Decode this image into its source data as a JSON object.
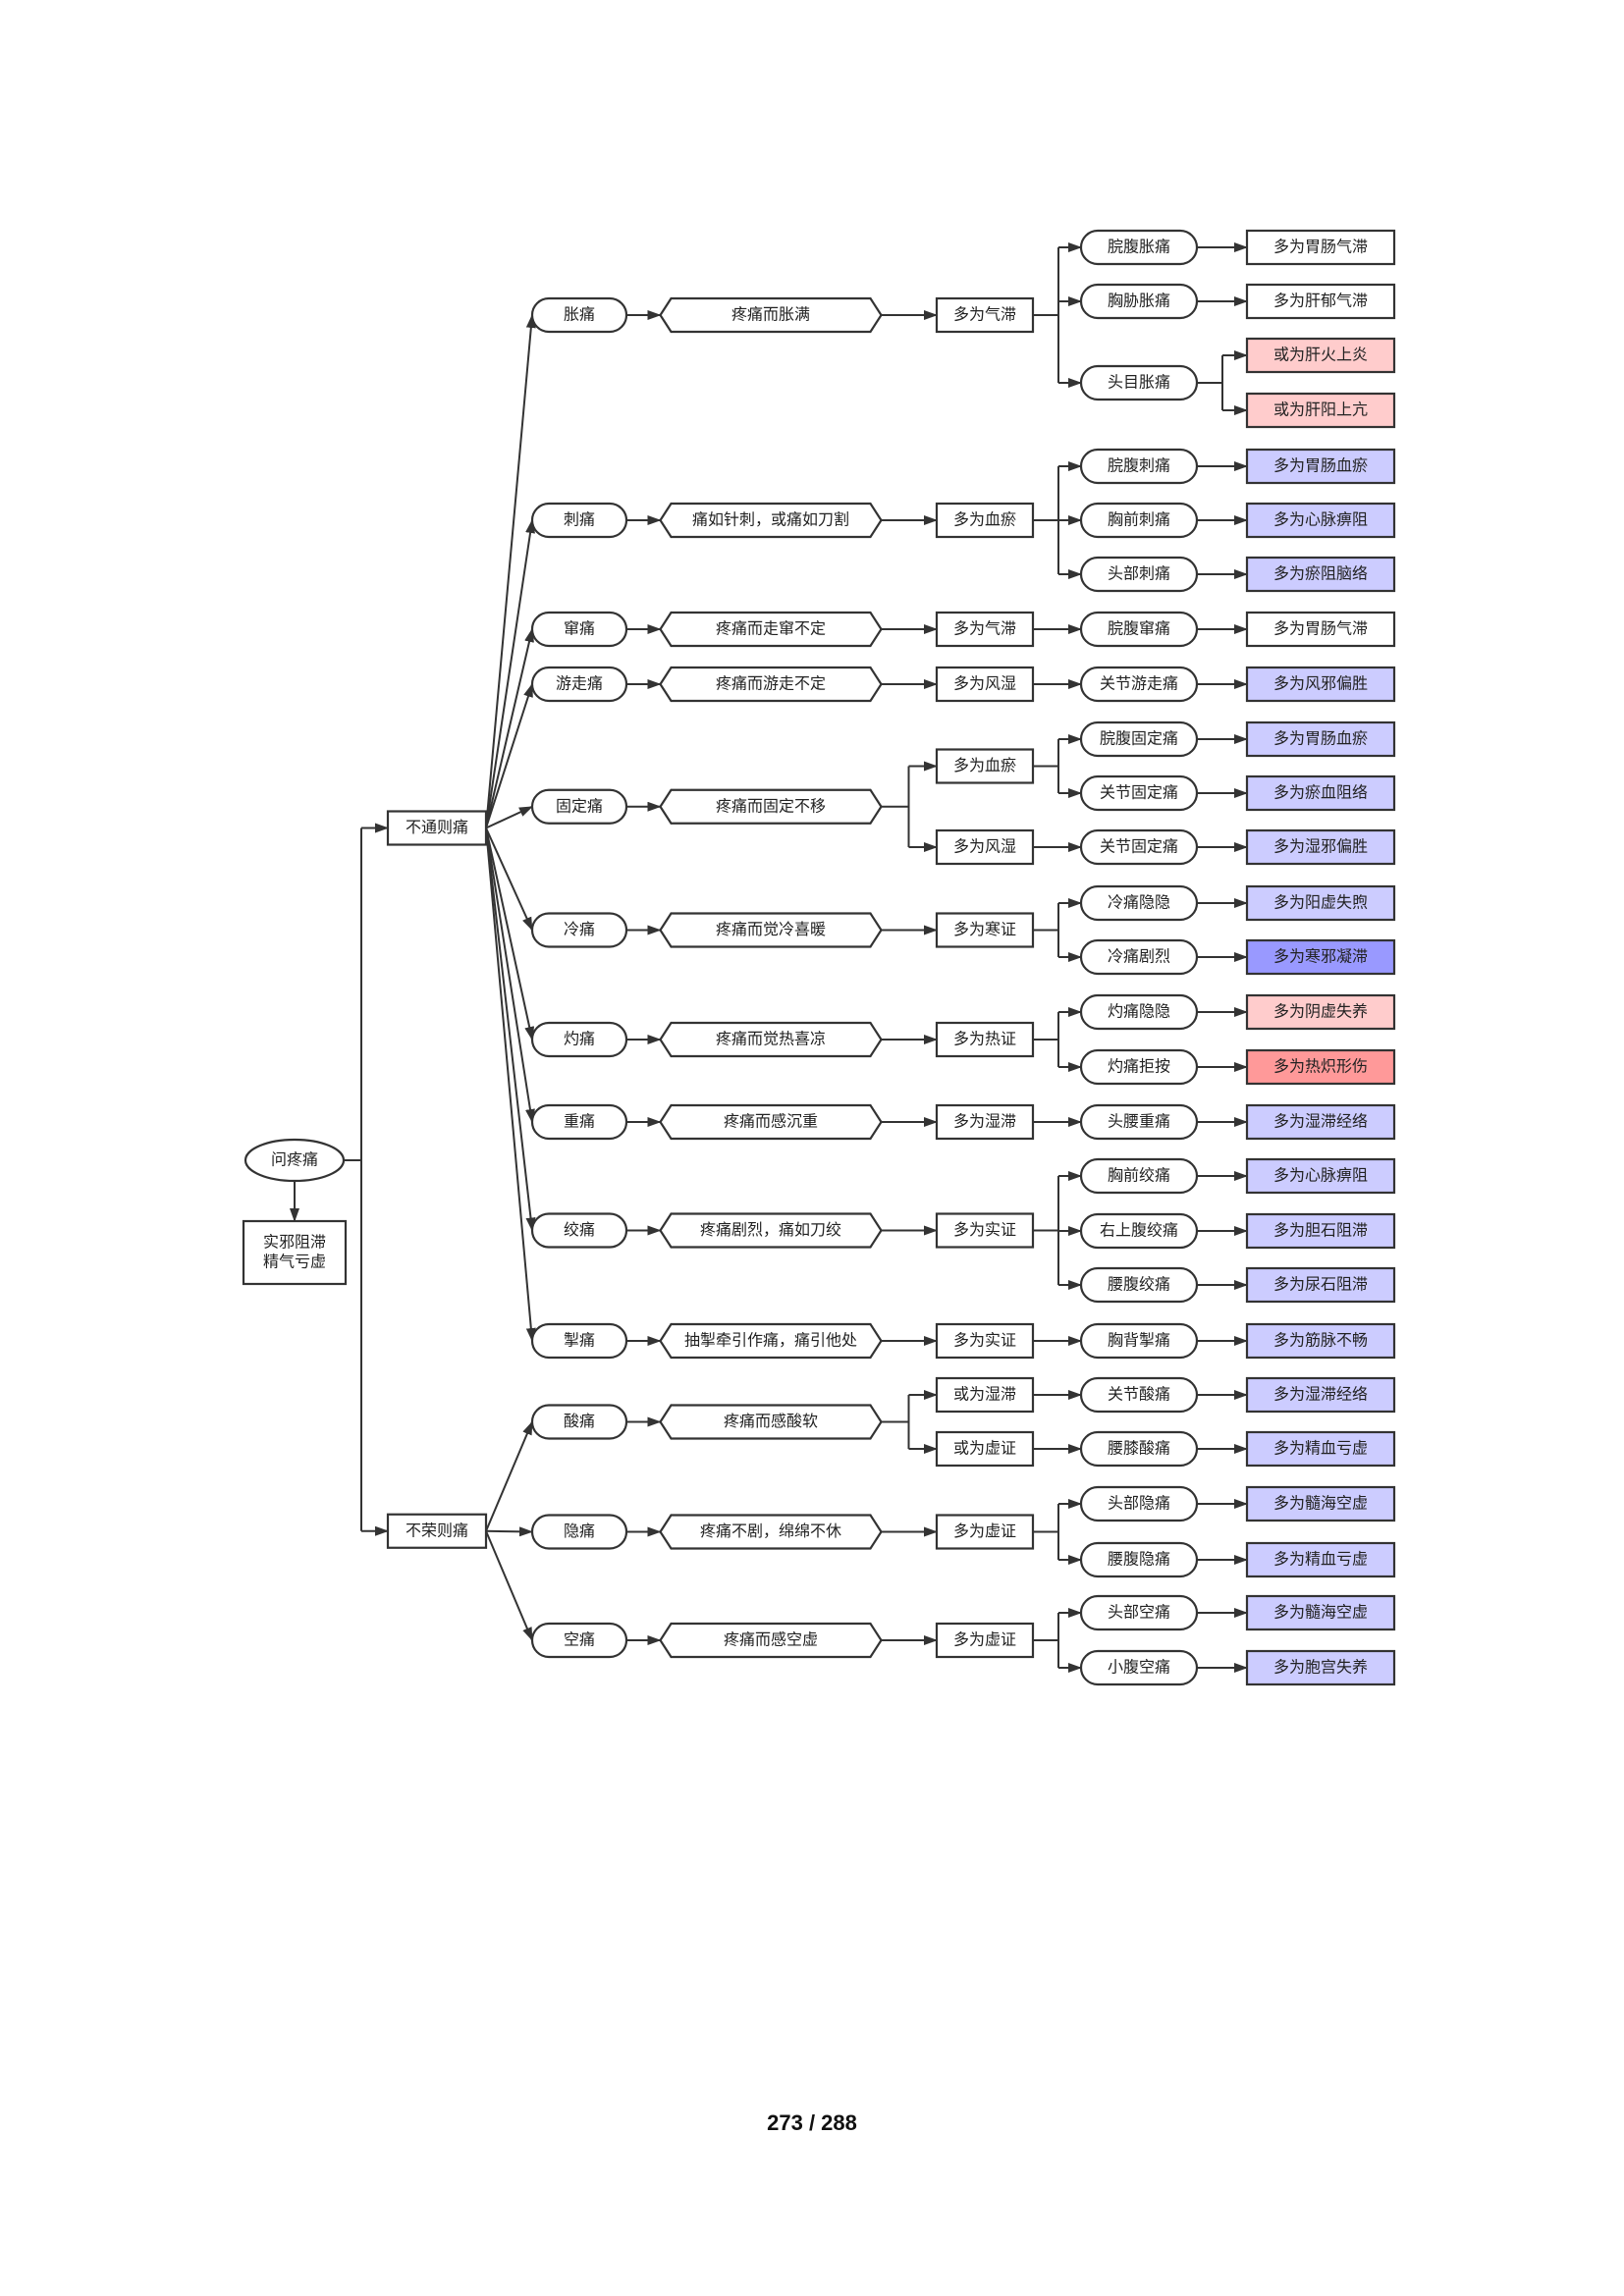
{
  "root": {
    "label": "问疼痛",
    "note": "实邪阻滞\n精气亏虚"
  },
  "branches": [
    {
      "label": "不通则痛",
      "children": [
        {
          "name": "胀痛",
          "desc": "疼痛而胀满",
          "causes": [
            {
              "label": "多为气滞",
              "items": [
                {
                  "label": "脘腹胀痛",
                  "results": [
                    {
                      "label": "多为胃肠气滞",
                      "color": "#ffffff"
                    }
                  ]
                },
                {
                  "label": "胸胁胀痛",
                  "results": [
                    {
                      "label": "多为肝郁气滞",
                      "color": "#ffffff"
                    }
                  ]
                },
                {
                  "label": "头目胀痛",
                  "results": [
                    {
                      "label": "或为肝火上炎",
                      "color": "#ffcccc"
                    },
                    {
                      "label": "或为肝阳上亢",
                      "color": "#ffcccc"
                    }
                  ]
                }
              ]
            }
          ]
        },
        {
          "name": "刺痛",
          "desc": "痛如针刺，或痛如刀割",
          "causes": [
            {
              "label": "多为血瘀",
              "items": [
                {
                  "label": "脘腹刺痛",
                  "results": [
                    {
                      "label": "多为胃肠血瘀",
                      "color": "#ccccff"
                    }
                  ]
                },
                {
                  "label": "胸前刺痛",
                  "results": [
                    {
                      "label": "多为心脉痹阻",
                      "color": "#ccccff"
                    }
                  ]
                },
                {
                  "label": "头部刺痛",
                  "results": [
                    {
                      "label": "多为瘀阻脑络",
                      "color": "#ccccff"
                    }
                  ]
                }
              ]
            }
          ]
        },
        {
          "name": "窜痛",
          "desc": "疼痛而走窜不定",
          "causes": [
            {
              "label": "多为气滞",
              "items": [
                {
                  "label": "脘腹窜痛",
                  "results": [
                    {
                      "label": "多为胃肠气滞",
                      "color": "#ffffff"
                    }
                  ]
                }
              ]
            }
          ]
        },
        {
          "name": "游走痛",
          "desc": "疼痛而游走不定",
          "causes": [
            {
              "label": "多为风湿",
              "items": [
                {
                  "label": "关节游走痛",
                  "results": [
                    {
                      "label": "多为风邪偏胜",
                      "color": "#ccccff"
                    }
                  ]
                }
              ]
            }
          ]
        },
        {
          "name": "固定痛",
          "desc": "疼痛而固定不移",
          "causes": [
            {
              "label": "多为血瘀",
              "items": [
                {
                  "label": "脘腹固定痛",
                  "results": [
                    {
                      "label": "多为胃肠血瘀",
                      "color": "#ccccff"
                    }
                  ]
                },
                {
                  "label": "关节固定痛",
                  "results": [
                    {
                      "label": "多为瘀血阻络",
                      "color": "#ccccff"
                    }
                  ]
                }
              ]
            },
            {
              "label": "多为风湿",
              "items": [
                {
                  "label": "关节固定痛",
                  "results": [
                    {
                      "label": "多为湿邪偏胜",
                      "color": "#ccccff"
                    }
                  ]
                }
              ]
            }
          ]
        },
        {
          "name": "冷痛",
          "desc": "疼痛而觉冷喜暖",
          "causes": [
            {
              "label": "多为寒证",
              "items": [
                {
                  "label": "冷痛隐隐",
                  "results": [
                    {
                      "label": "多为阳虚失煦",
                      "color": "#ccccff"
                    }
                  ]
                },
                {
                  "label": "冷痛剧烈",
                  "results": [
                    {
                      "label": "多为寒邪凝滞",
                      "color": "#9999ff"
                    }
                  ]
                }
              ]
            }
          ]
        },
        {
          "name": "灼痛",
          "desc": "疼痛而觉热喜凉",
          "causes": [
            {
              "label": "多为热证",
              "items": [
                {
                  "label": "灼痛隐隐",
                  "results": [
                    {
                      "label": "多为阴虚失养",
                      "color": "#ffcccc"
                    }
                  ]
                },
                {
                  "label": "灼痛拒按",
                  "results": [
                    {
                      "label": "多为热炽形伤",
                      "color": "#ff9999"
                    }
                  ]
                }
              ]
            }
          ]
        },
        {
          "name": "重痛",
          "desc": "疼痛而感沉重",
          "causes": [
            {
              "label": "多为湿滞",
              "items": [
                {
                  "label": "头腰重痛",
                  "results": [
                    {
                      "label": "多为湿滞经络",
                      "color": "#ccccff"
                    }
                  ]
                }
              ]
            }
          ]
        },
        {
          "name": "绞痛",
          "desc": "疼痛剧烈，痛如刀绞",
          "causes": [
            {
              "label": "多为实证",
              "items": [
                {
                  "label": "胸前绞痛",
                  "results": [
                    {
                      "label": "多为心脉痹阻",
                      "color": "#ccccff"
                    }
                  ]
                },
                {
                  "label": "右上腹绞痛",
                  "results": [
                    {
                      "label": "多为胆石阻滞",
                      "color": "#ccccff"
                    }
                  ]
                },
                {
                  "label": "腰腹绞痛",
                  "results": [
                    {
                      "label": "多为尿石阻滞",
                      "color": "#ccccff"
                    }
                  ]
                }
              ]
            }
          ]
        },
        {
          "name": "掣痛",
          "desc": "抽掣牵引作痛，痛引他处",
          "causes": [
            {
              "label": "多为实证",
              "items": [
                {
                  "label": "胸背掣痛",
                  "results": [
                    {
                      "label": "多为筋脉不畅",
                      "color": "#ccccff"
                    }
                  ]
                }
              ]
            }
          ]
        }
      ]
    },
    {
      "label": "不荣则痛",
      "children": [
        {
          "name": "酸痛",
          "desc": "疼痛而感酸软",
          "causes": [
            {
              "label": "或为湿滞",
              "items": [
                {
                  "label": "关节酸痛",
                  "results": [
                    {
                      "label": "多为湿滞经络",
                      "color": "#ccccff"
                    }
                  ]
                }
              ]
            },
            {
              "label": "或为虚证",
              "items": [
                {
                  "label": "腰膝酸痛",
                  "results": [
                    {
                      "label": "多为精血亏虚",
                      "color": "#ccccff"
                    }
                  ]
                }
              ]
            }
          ]
        },
        {
          "name": "隐痛",
          "desc": "疼痛不剧，绵绵不休",
          "causes": [
            {
              "label": "多为虚证",
              "items": [
                {
                  "label": "头部隐痛",
                  "results": [
                    {
                      "label": "多为髓海空虚",
                      "color": "#ccccff"
                    }
                  ]
                },
                {
                  "label": "腰腹隐痛",
                  "results": [
                    {
                      "label": "多为精血亏虚",
                      "color": "#ccccff"
                    }
                  ]
                }
              ]
            }
          ]
        },
        {
          "name": "空痛",
          "desc": "疼痛而感空虚",
          "causes": [
            {
              "label": "多为虚证",
              "items": [
                {
                  "label": "头部空痛",
                  "results": [
                    {
                      "label": "多为髓海空虚",
                      "color": "#ccccff"
                    }
                  ]
                },
                {
                  "label": "小腹空痛",
                  "results": [
                    {
                      "label": "多为胞宫失养",
                      "color": "#ccccff"
                    }
                  ]
                }
              ]
            }
          ]
        }
      ]
    }
  ],
  "page": {
    "number": "273 / 288"
  }
}
